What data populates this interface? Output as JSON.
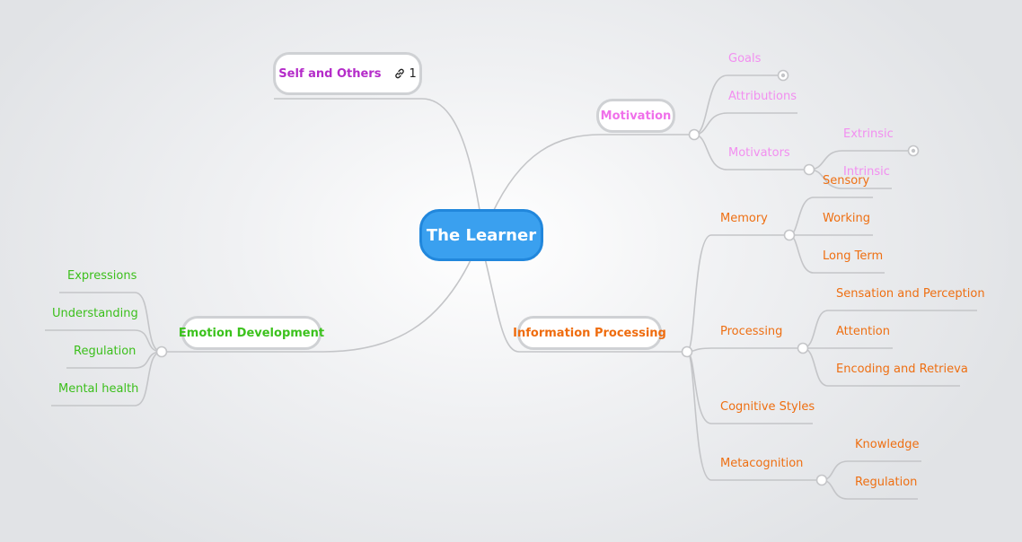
{
  "central": "The Learner",
  "branches": {
    "self_others": {
      "label": "Self and Others",
      "link_count": "1"
    },
    "motivation": {
      "label": "Motivation",
      "children": {
        "goals": "Goals",
        "attributions": "Attributions",
        "motivators": "Motivators",
        "extrinsic": "Extrinsic",
        "intrinsic": "Intrinsic"
      }
    },
    "emotion": {
      "label": "Emotion Development",
      "children": [
        "Expressions",
        "Understanding",
        "Regulation",
        "Mental health"
      ]
    },
    "info": {
      "label": "Information Processing",
      "children": {
        "memory": "Memory",
        "sensory": "Sensory",
        "working": "Working",
        "long_term": "Long Term",
        "processing": "Processing",
        "sensation": "Sensation and Perception",
        "attention": "Attention",
        "encoding": "Encoding and Retrieva",
        "cognitive": "Cognitive Styles",
        "metacognition": "Metacognition",
        "knowledge": "Knowledge",
        "regulation": "Regulation"
      }
    }
  },
  "colors": {
    "central_fill": "#3aa0ef",
    "connector": "#c4c5c8",
    "self_others": "#b42bc9",
    "motivation": "#f070ea",
    "emotion": "#3cc21d",
    "info_processing": "#ef6c0e"
  }
}
